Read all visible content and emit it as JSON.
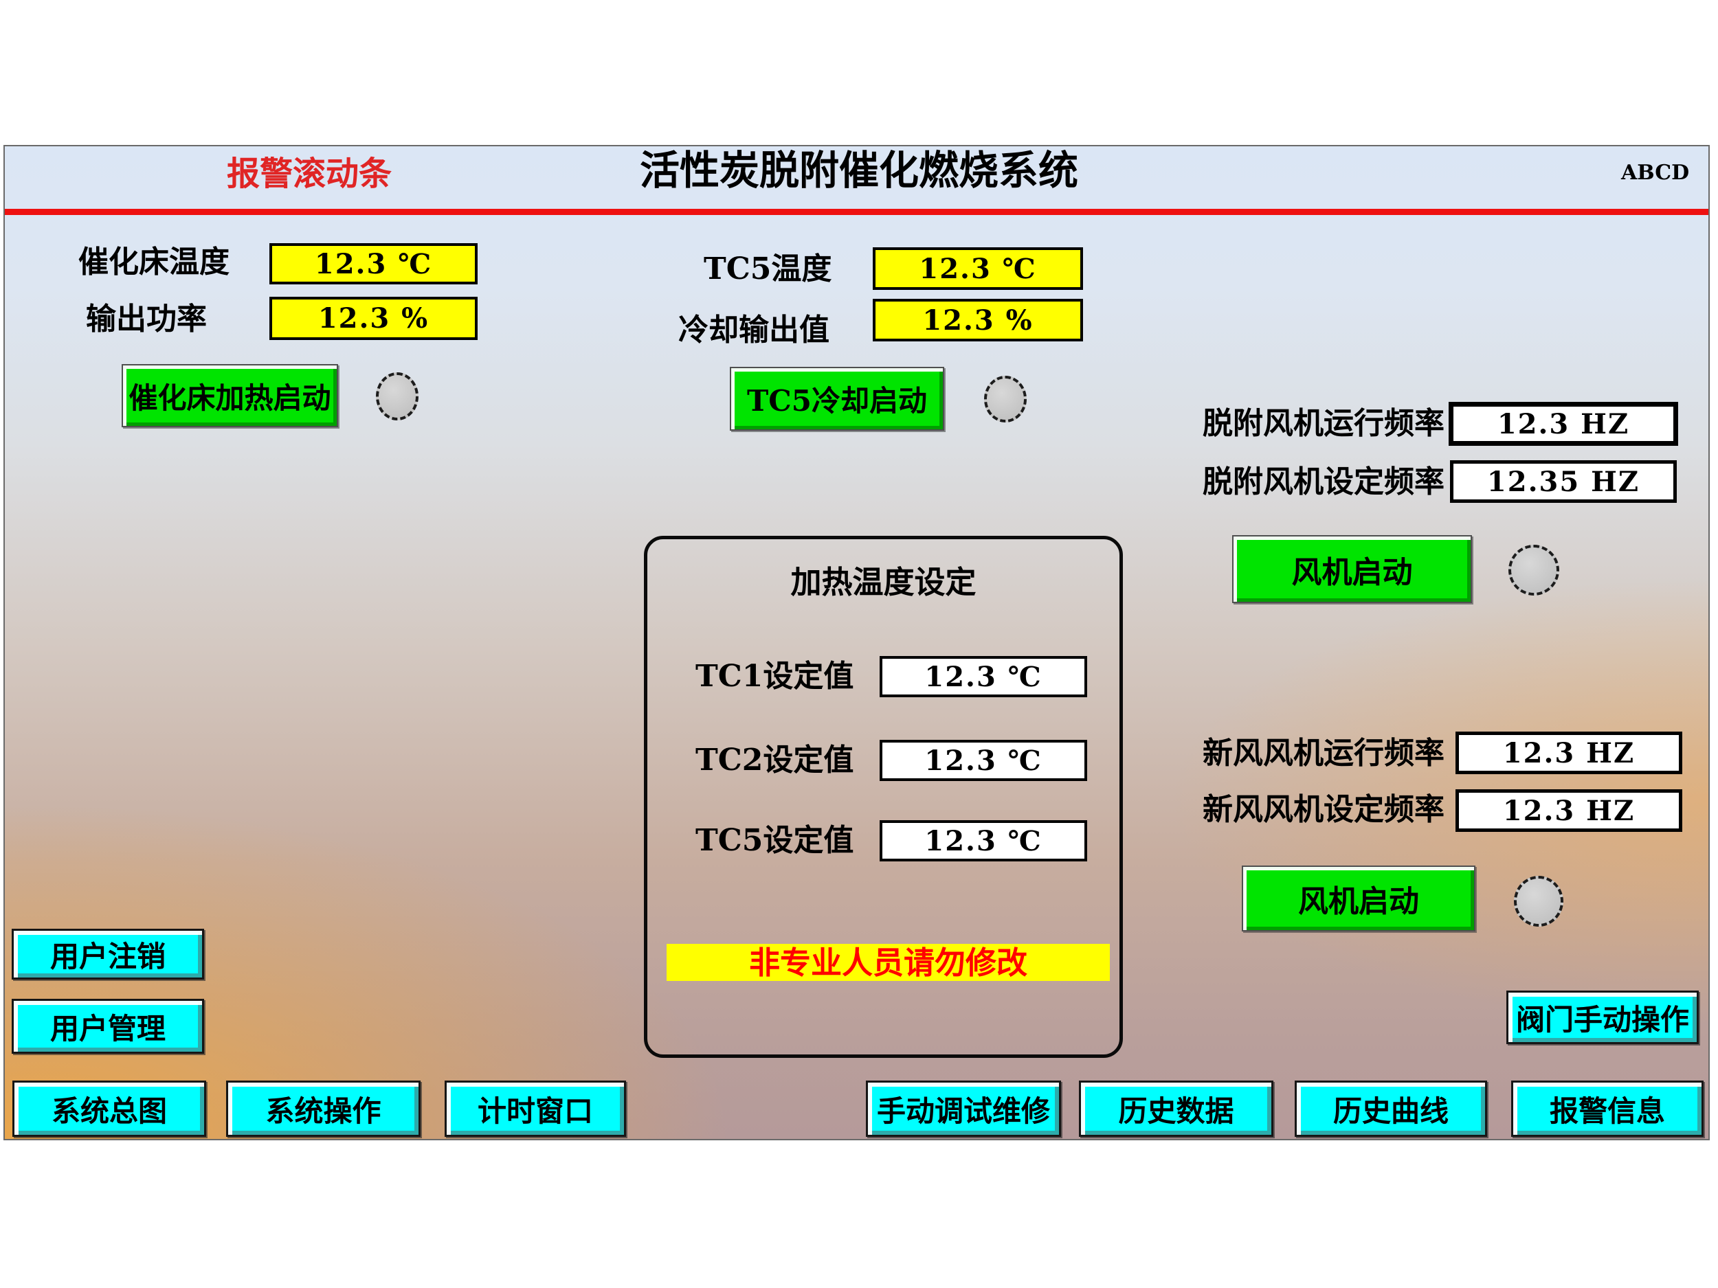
{
  "header": {
    "alarm_scroll_label": "报警滚动条",
    "title": "活性炭脱附催化燃烧系统",
    "corner_text": "ABCD"
  },
  "catalyst": {
    "temp_label": "催化床温度",
    "temp_value": "12.3 ℃",
    "power_label": "输出功率",
    "power_value": "12.3 %",
    "start_button": "催化床加热启动"
  },
  "tc5": {
    "temp_label": "TC5温度",
    "temp_value": "12.3 ℃",
    "cooling_label": "冷却输出值",
    "cooling_value": "12.3 %",
    "start_button": "TC5冷却启动"
  },
  "desorption_fan": {
    "run_freq_label": "脱附风机运行频率",
    "run_freq_value": "12.3 HZ",
    "set_freq_label": "脱附风机设定频率",
    "set_freq_value": "12.35 HZ",
    "start_button": "风机启动"
  },
  "fresh_fan": {
    "run_freq_label": "新风风机运行频率",
    "run_freq_value": "12.3 HZ",
    "set_freq_label": "新风风机设定频率",
    "set_freq_value": "12.3 HZ",
    "start_button": "风机启动"
  },
  "heating_setpoints": {
    "title": "加热温度设定",
    "rows": [
      {
        "label": "TC1设定值",
        "value": "12.3 ℃"
      },
      {
        "label": "TC2设定值",
        "value": "12.3 ℃"
      },
      {
        "label": "TC5设定值",
        "value": "12.3 ℃"
      }
    ],
    "warning": "非专业人员请勿修改"
  },
  "user_buttons": [
    {
      "label": "用户注销"
    },
    {
      "label": "用户管理"
    }
  ],
  "valve_button": {
    "label": "阀门手动操作"
  },
  "nav_buttons": [
    {
      "label": "系统总图"
    },
    {
      "label": "系统操作"
    },
    {
      "label": "计时窗口"
    },
    {
      "label": "手动调试维修"
    },
    {
      "label": "历史数据"
    },
    {
      "label": "历史曲线"
    },
    {
      "label": "报警信息"
    }
  ],
  "colors": {
    "divider_red": "#ee1111",
    "alarm_text_red": "#e02525",
    "field_yellow": "#ffff00",
    "button_green": "#00e400",
    "button_cyan": "#00ffff",
    "header_blue": "#dbe6f5",
    "warning_text_red": "#ff0000",
    "indicator_gray": "#c4c4c4"
  }
}
